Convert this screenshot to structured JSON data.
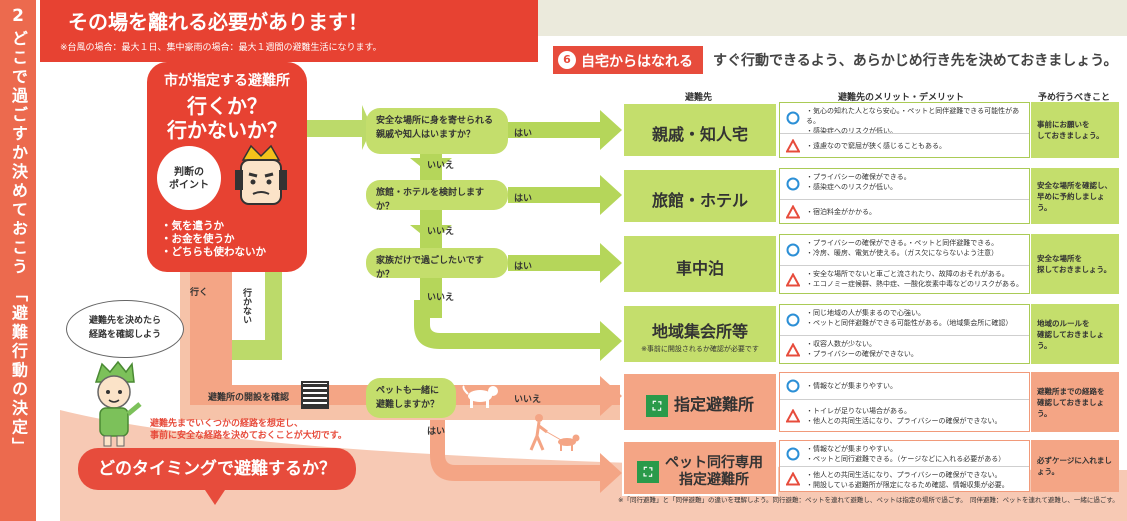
{
  "sidebar": {
    "number": "2",
    "vertical_text": "どこで過ごすか決めておこう 「避難行動の決定」"
  },
  "header": {
    "title": "その場を離れる必要があります！",
    "subtitle": "※台風の場合：最大１日、集中豪雨の場合：最大１週間の避難生活になります。"
  },
  "section": {
    "number": "6",
    "label": "自宅からはなれる",
    "subtitle": "すぐ行動できるよう、あらかじめ行き先を決めておきましょう。"
  },
  "bubble": {
    "line1": "市が指定する避難所",
    "line2": "行くか？",
    "line3": "行かないか？",
    "point_label": "判断の\nポイント",
    "bullets": [
      "・気を遣うか",
      "・お金を使うか",
      "・どちらも使わないか"
    ]
  },
  "branch_labels": {
    "go": "行く",
    "not_go": "行かない",
    "yes": "はい",
    "no": "いいえ"
  },
  "questions": [
    "安全な場所に身を寄せられる\n親戚や知人はいますか？",
    "旅館・ホテルを検討しますか？",
    "家族だけで過ごしたいですか？",
    "ペットも一緒に\n避難しますか？"
  ],
  "check_route": "避難所の開設を確認",
  "columns": {
    "destination": "避難先",
    "merits": "避難先のメリット・デメリット",
    "advance": "予め行うべきこと"
  },
  "destinations": [
    {
      "name": "親戚・知人宅",
      "note": "",
      "merit": [
        "・気心の知れた人となら安心。・ペットと同伴避難できる可能性がある。",
        "・感染症へのリスクが低い。"
      ],
      "demerit": [
        "・遠慮なので窮屈が狭く感じることもある。"
      ],
      "advance": "事前にお願いを\nしておきましょう。"
    },
    {
      "name": "旅館・ホテル",
      "note": "",
      "merit": [
        "・プライバシーの確保ができる。",
        "・感染症へのリスクが低い。"
      ],
      "demerit": [
        "・宿泊料金がかかる。"
      ],
      "advance": "安全な場所を確認し、\n早めに予約しましょう。"
    },
    {
      "name": "車中泊",
      "note": "",
      "merit": [
        "・プライバシーの確保ができる。・ペットと同伴避難できる。",
        "・冷房、暖房、電気が使える。（ガス欠にならないよう注意）"
      ],
      "demerit": [
        "・安全な場所でないと車ごと流されたり、故障のおそれがある。",
        "・エコノミー症候群、熱中症、一酸化炭素中毒などのリスクがある。"
      ],
      "advance": "安全な場所を\n探しておきましょう。"
    },
    {
      "name": "地域集会所等",
      "note": "※事前に開設されるか確認が必要です",
      "merit": [
        "・同じ地域の人が集まるので心強い。",
        "・ペットと同伴避難ができる可能性がある。（地域集会所に確認）"
      ],
      "demerit": [
        "・収容人数が少ない。",
        "・プライバシーの確保ができない。"
      ],
      "advance": "地域のルールを\n確認しておきましょう。"
    },
    {
      "name": "指定避難所",
      "note": "",
      "merit": [
        "・情報などが集まりやすい。"
      ],
      "demerit": [
        "・トイレが足りない場合がある。",
        "・他人との共同生活になり、プライバシーの確保ができない。"
      ],
      "advance": "避難所までの経路を\n確認しておきましょう。"
    },
    {
      "name": "ペット同行専用\n指定避難所",
      "note": "",
      "merit": [
        "・情報などが集まりやすい。",
        "・ペットと同行避難できる。（ケージなどに入れる必要がある）"
      ],
      "demerit": [
        "・他人との共同生活になり、プライバシーの確保ができない。",
        "・開設している避難所が限定になるため確認、情報収集が必要。"
      ],
      "advance": "必ずケージに入れましょう。"
    }
  ],
  "character": {
    "bubble": "避難先を決めたら\n経路を確認しよう"
  },
  "bottom_note": "避難先までいくつかの経路を想定し、\n事前に安全な経路を決めておくことが大切です。",
  "timing": "どのタイミングで避難するか？",
  "footnote": "※「同行避難」と「同伴避難」の違いを理解しよう。同行避難：ペットを連れて避難し、ペットは指定の場所で過ごす。　同伴避難：ペットを連れて避難し、一緒に過ごす。",
  "colors": {
    "red": "#e74232",
    "salmon": "#f4a585",
    "green": "#c4de6c",
    "arrow_green": "#b5d65a"
  }
}
